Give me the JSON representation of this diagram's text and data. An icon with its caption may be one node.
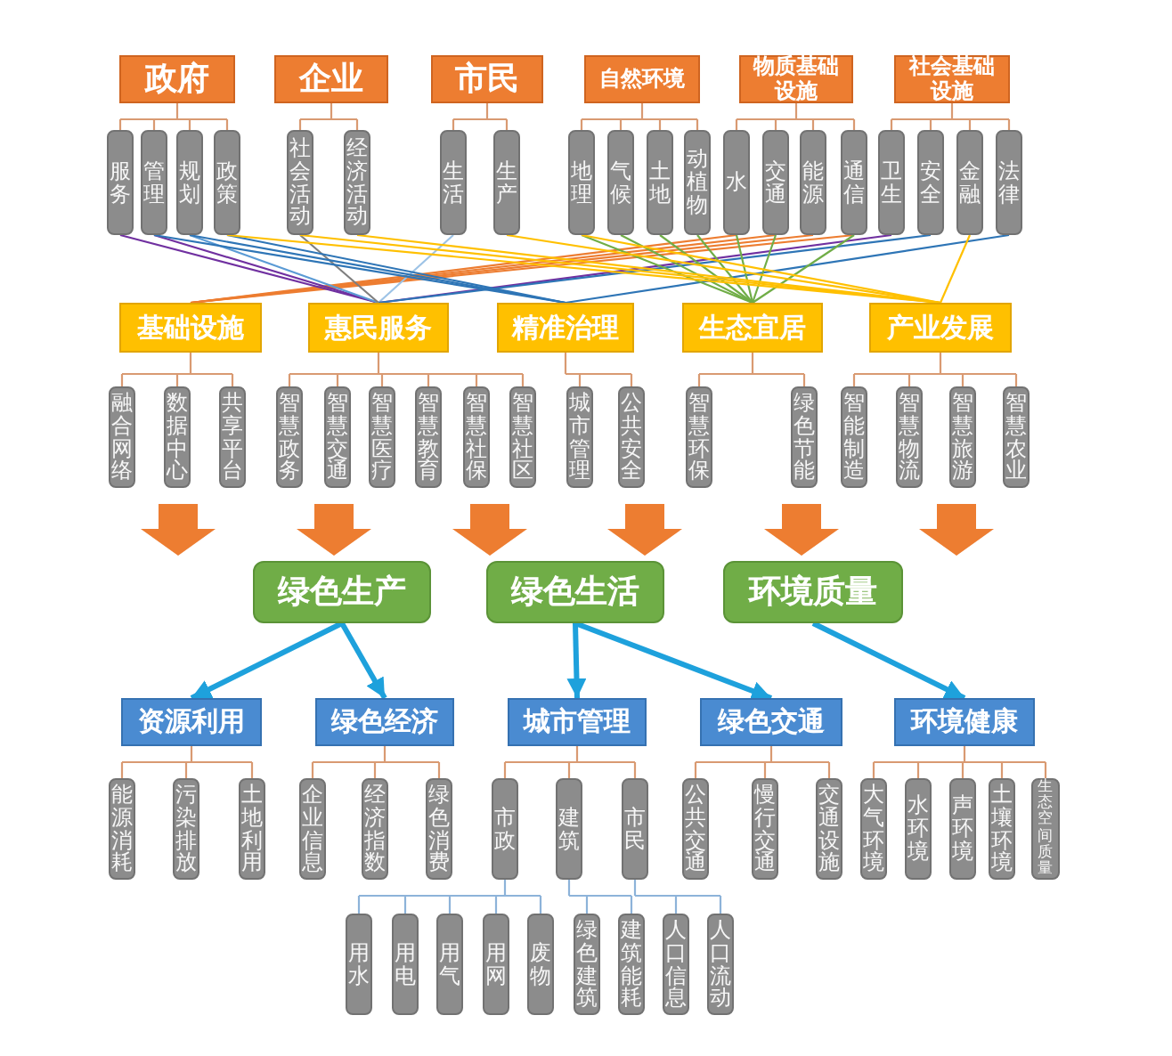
{
  "diagram": {
    "nodes": [
      {
        "text": [
          "政府"
        ]
      },
      {
        "text": [
          "企业"
        ]
      },
      {
        "text": [
          "市民"
        ]
      },
      {
        "text": [
          "自然环境"
        ]
      },
      {
        "text": [
          "物质基础设施"
        ]
      },
      {
        "text": [
          "社会基础设施"
        ]
      },
      {
        "text": [
          "服务"
        ]
      },
      {
        "text": [
          "管理"
        ]
      },
      {
        "text": [
          "规划"
        ]
      },
      {
        "text": [
          "政策"
        ]
      },
      {
        "text": [
          "社会活动"
        ]
      },
      {
        "text": [
          "经济活动"
        ]
      },
      {
        "text": [
          "生活"
        ]
      },
      {
        "text": [
          "生产"
        ]
      },
      {
        "text": [
          "地理"
        ]
      },
      {
        "text": [
          "气候"
        ]
      },
      {
        "text": [
          "土地"
        ]
      },
      {
        "text": [
          "动植物"
        ]
      },
      {
        "text": [
          "水"
        ]
      },
      {
        "text": [
          "交通"
        ]
      },
      {
        "text": [
          "能源"
        ]
      },
      {
        "text": [
          "通信"
        ]
      },
      {
        "text": [
          "卫生"
        ]
      },
      {
        "text": [
          "安全"
        ]
      },
      {
        "text": [
          "金融"
        ]
      },
      {
        "text": [
          "法律"
        ]
      },
      {
        "text": [
          "基础设施"
        ]
      },
      {
        "text": [
          "惠民服务"
        ]
      },
      {
        "text": [
          "精准治理"
        ]
      },
      {
        "text": [
          "生态宜居"
        ]
      },
      {
        "text": [
          "产业发展"
        ]
      },
      {
        "text": [
          "融合网络"
        ]
      },
      {
        "text": [
          "数据中心"
        ]
      },
      {
        "text": [
          "共享平台"
        ]
      },
      {
        "text": [
          "智慧政务"
        ]
      },
      {
        "text": [
          "智慧交通"
        ]
      },
      {
        "text": [
          "智慧医疗"
        ]
      },
      {
        "text": [
          "智慧教育"
        ]
      },
      {
        "text": [
          "智慧社保"
        ]
      },
      {
        "text": [
          "智慧社区"
        ]
      },
      {
        "text": [
          "城市管理"
        ]
      },
      {
        "text": [
          "公共安全"
        ]
      },
      {
        "text": [
          "智慧环保"
        ]
      },
      {
        "text": [
          "绿色节能"
        ]
      },
      {
        "text": [
          "智能制造"
        ]
      },
      {
        "text": [
          "智慧物流"
        ]
      },
      {
        "text": [
          "智慧旅游"
        ]
      },
      {
        "text": [
          "智慧农业"
        ]
      },
      {
        "text": [
          "绿色生产"
        ]
      },
      {
        "text": [
          "绿色生活"
        ]
      },
      {
        "text": [
          "环境质量"
        ]
      },
      {
        "text": [
          "资源利用"
        ]
      },
      {
        "text": [
          "绿色经济"
        ]
      },
      {
        "text": [
          "城市管理"
        ]
      },
      {
        "text": [
          "绿色交通"
        ]
      },
      {
        "text": [
          "环境健康"
        ]
      },
      {
        "text": [
          "能源消耗"
        ]
      },
      {
        "text": [
          "污染排放"
        ]
      },
      {
        "text": [
          "土地利用"
        ]
      },
      {
        "text": [
          "企业信息"
        ]
      },
      {
        "text": [
          "经济指数"
        ]
      },
      {
        "text": [
          "绿色消费"
        ]
      },
      {
        "text": [
          "市政"
        ]
      },
      {
        "text": [
          "建筑"
        ]
      },
      {
        "text": [
          "市民"
        ]
      },
      {
        "text": [
          "公共交通"
        ]
      },
      {
        "text": [
          "慢行交通"
        ]
      },
      {
        "text": [
          "交通设施"
        ]
      },
      {
        "text": [
          "大气环境"
        ]
      },
      {
        "text": [
          "水环境"
        ]
      },
      {
        "text": [
          "声环境"
        ]
      },
      {
        "text": [
          "土壤环境"
        ]
      },
      {
        "text": [
          "生态空间质量"
        ]
      },
      {
        "text": [
          "用水"
        ]
      },
      {
        "text": [
          "用电"
        ]
      },
      {
        "text": [
          "用气"
        ]
      },
      {
        "text": [
          "用网"
        ]
      },
      {
        "text": [
          "废物"
        ]
      },
      {
        "text": [
          "绿色建筑"
        ]
      },
      {
        "text": [
          "建筑能耗"
        ]
      },
      {
        "text": [
          "人口信息"
        ]
      },
      {
        "text": [
          "人口流动"
        ]
      }
    ],
    "edges": [
      {
        "from": 0,
        "to": 6,
        "arrow": "none"
      },
      {
        "from": 0,
        "to": 7,
        "arrow": "none"
      },
      {
        "from": 0,
        "to": 8,
        "arrow": "none"
      },
      {
        "from": 0,
        "to": 9,
        "arrow": "none"
      },
      {
        "from": 1,
        "to": 10,
        "arrow": "none"
      },
      {
        "from": 1,
        "to": 11,
        "arrow": "none"
      },
      {
        "from": 2,
        "to": 12,
        "arrow": "none"
      },
      {
        "from": 2,
        "to": 13,
        "arrow": "none"
      },
      {
        "from": 3,
        "to": 14,
        "arrow": "none"
      },
      {
        "from": 3,
        "to": 15,
        "arrow": "none"
      },
      {
        "from": 3,
        "to": 16,
        "arrow": "none"
      },
      {
        "from": 3,
        "to": 17,
        "arrow": "none"
      },
      {
        "from": 4,
        "to": 18,
        "arrow": "none"
      },
      {
        "from": 4,
        "to": 19,
        "arrow": "none"
      },
      {
        "from": 4,
        "to": 20,
        "arrow": "none"
      },
      {
        "from": 4,
        "to": 21,
        "arrow": "none"
      },
      {
        "from": 5,
        "to": 22,
        "arrow": "none"
      },
      {
        "from": 5,
        "to": 23,
        "arrow": "none"
      },
      {
        "from": 5,
        "to": 24,
        "arrow": "none"
      },
      {
        "from": 5,
        "to": 25,
        "arrow": "none"
      },
      {
        "from": 18,
        "to": 26,
        "arrow": "none",
        "color": "#ed7d31"
      },
      {
        "from": 19,
        "to": 26,
        "arrow": "none",
        "color": "#ed7d31"
      },
      {
        "from": 20,
        "to": 26,
        "arrow": "none",
        "color": "#ed7d31"
      },
      {
        "from": 21,
        "to": 26,
        "arrow": "none",
        "color": "#ed7d31"
      },
      {
        "from": 6,
        "to": 27,
        "arrow": "none",
        "color": "#7030a0"
      },
      {
        "from": 7,
        "to": 27,
        "arrow": "none",
        "color": "#7030a0"
      },
      {
        "from": 8,
        "to": 27,
        "arrow": "none",
        "color": "#5b9bd5"
      },
      {
        "from": 10,
        "to": 27,
        "arrow": "none",
        "color": "#7f7f7f"
      },
      {
        "from": 12,
        "to": 27,
        "arrow": "none",
        "color": "#9dc3e6"
      },
      {
        "from": 22,
        "to": 27,
        "arrow": "none",
        "color": "#7030a0"
      },
      {
        "from": 23,
        "to": 27,
        "arrow": "none",
        "color": "#2e75b6"
      },
      {
        "from": 7,
        "to": 28,
        "arrow": "none",
        "color": "#2e75b6"
      },
      {
        "from": 8,
        "to": 28,
        "arrow": "none",
        "color": "#2e75b6"
      },
      {
        "from": 9,
        "to": 28,
        "arrow": "none",
        "color": "#2e75b6"
      },
      {
        "from": 25,
        "to": 28,
        "arrow": "none",
        "color": "#2e75b6"
      },
      {
        "from": 14,
        "to": 29,
        "arrow": "none",
        "color": "#70ad47"
      },
      {
        "from": 15,
        "to": 29,
        "arrow": "none",
        "color": "#70ad47"
      },
      {
        "from": 16,
        "to": 29,
        "arrow": "none",
        "color": "#70ad47"
      },
      {
        "from": 17,
        "to": 29,
        "arrow": "none",
        "color": "#70ad47"
      },
      {
        "from": 18,
        "to": 29,
        "arrow": "none",
        "color": "#70ad47"
      },
      {
        "from": 19,
        "to": 29,
        "arrow": "none",
        "color": "#70ad47"
      },
      {
        "from": 21,
        "to": 29,
        "arrow": "none",
        "color": "#70ad47"
      },
      {
        "from": 9,
        "to": 30,
        "arrow": "none",
        "color": "#ffc000"
      },
      {
        "from": 10,
        "to": 30,
        "arrow": "none",
        "color": "#ffc000"
      },
      {
        "from": 11,
        "to": 30,
        "arrow": "none",
        "color": "#ffc000"
      },
      {
        "from": 13,
        "to": 30,
        "arrow": "none",
        "color": "#ffc000"
      },
      {
        "from": 14,
        "to": 30,
        "arrow": "none",
        "color": "#ffc000"
      },
      {
        "from": 24,
        "to": 30,
        "arrow": "none",
        "color": "#ffc000"
      },
      {
        "from": 26,
        "to": 31,
        "arrow": "none"
      },
      {
        "from": 26,
        "to": 32,
        "arrow": "none"
      },
      {
        "from": 26,
        "to": 33,
        "arrow": "none"
      },
      {
        "from": 27,
        "to": 34,
        "arrow": "none"
      },
      {
        "from": 27,
        "to": 35,
        "arrow": "none"
      },
      {
        "from": 27,
        "to": 36,
        "arrow": "none"
      },
      {
        "from": 27,
        "to": 37,
        "arrow": "none"
      },
      {
        "from": 27,
        "to": 38,
        "arrow": "none"
      },
      {
        "from": 27,
        "to": 39,
        "arrow": "none"
      },
      {
        "from": 28,
        "to": 40,
        "arrow": "none"
      },
      {
        "from": 28,
        "to": 41,
        "arrow": "none"
      },
      {
        "from": 29,
        "to": 42,
        "arrow": "none"
      },
      {
        "from": 29,
        "to": 43,
        "arrow": "none"
      },
      {
        "from": 30,
        "to": 44,
        "arrow": "none"
      },
      {
        "from": 30,
        "to": 45,
        "arrow": "none"
      },
      {
        "from": 30,
        "to": 46,
        "arrow": "none"
      },
      {
        "from": 30,
        "to": 47,
        "arrow": "none"
      },
      {
        "from": 48,
        "to": 51,
        "arrow": "to",
        "style": "thick",
        "color": "#1ea1dc"
      },
      {
        "from": 48,
        "to": 52,
        "arrow": "to",
        "style": "thick",
        "color": "#1ea1dc"
      },
      {
        "from": 49,
        "to": 53,
        "arrow": "to",
        "style": "thick",
        "color": "#1ea1dc"
      },
      {
        "from": 49,
        "to": 54,
        "arrow": "to",
        "style": "thick",
        "color": "#1ea1dc"
      },
      {
        "from": 50,
        "to": 55,
        "arrow": "to",
        "style": "thick",
        "color": "#1ea1dc"
      },
      {
        "from": 51,
        "to": 56,
        "arrow": "none"
      },
      {
        "from": 51,
        "to": 57,
        "arrow": "none"
      },
      {
        "from": 51,
        "to": 58,
        "arrow": "none"
      },
      {
        "from": 52,
        "to": 59,
        "arrow": "none"
      },
      {
        "from": 52,
        "to": 60,
        "arrow": "none"
      },
      {
        "from": 52,
        "to": 61,
        "arrow": "none"
      },
      {
        "from": 53,
        "to": 62,
        "arrow": "none"
      },
      {
        "from": 53,
        "to": 63,
        "arrow": "none"
      },
      {
        "from": 53,
        "to": 64,
        "arrow": "none"
      },
      {
        "from": 54,
        "to": 65,
        "arrow": "none"
      },
      {
        "from": 54,
        "to": 66,
        "arrow": "none"
      },
      {
        "from": 54,
        "to": 67,
        "arrow": "none"
      },
      {
        "from": 55,
        "to": 68,
        "arrow": "none"
      },
      {
        "from": 55,
        "to": 69,
        "arrow": "none"
      },
      {
        "from": 55,
        "to": 70,
        "arrow": "none"
      },
      {
        "from": 55,
        "to": 71,
        "arrow": "none"
      },
      {
        "from": 55,
        "to": 72,
        "arrow": "none"
      },
      {
        "from": 62,
        "to": 73,
        "arrow": "none",
        "color": "#8db3d9"
      },
      {
        "from": 62,
        "to": 74,
        "arrow": "none",
        "color": "#8db3d9"
      },
      {
        "from": 62,
        "to": 75,
        "arrow": "none",
        "color": "#8db3d9"
      },
      {
        "from": 62,
        "to": 76,
        "arrow": "none",
        "color": "#8db3d9"
      },
      {
        "from": 62,
        "to": 77,
        "arrow": "none",
        "color": "#8db3d9"
      },
      {
        "from": 63,
        "to": 78,
        "arrow": "none",
        "color": "#8db3d9"
      },
      {
        "from": 63,
        "to": 79,
        "arrow": "none",
        "color": "#8db3d9"
      },
      {
        "from": 64,
        "to": 80,
        "arrow": "none",
        "color": "#8db3d9"
      },
      {
        "from": 64,
        "to": 81,
        "arrow": "none",
        "color": "#8db3d9"
      },
      {
        "from": 32,
        "to": null,
        "arrow": "to",
        "color": "#ed7d31"
      },
      {
        "from": 35,
        "to": 48,
        "arrow": "to",
        "color": "#ed7d31"
      },
      {
        "from": 38,
        "to": 49,
        "arrow": "to",
        "color": "#ed7d31"
      },
      {
        "from": 41,
        "to": 49,
        "arrow": "to",
        "color": "#ed7d31"
      },
      {
        "from": 43,
        "to": 50,
        "arrow": "to",
        "color": "#ed7d31"
      },
      {
        "from": 46,
        "to": null,
        "arrow": "to",
        "color": "#ed7d31"
      }
    ]
  }
}
